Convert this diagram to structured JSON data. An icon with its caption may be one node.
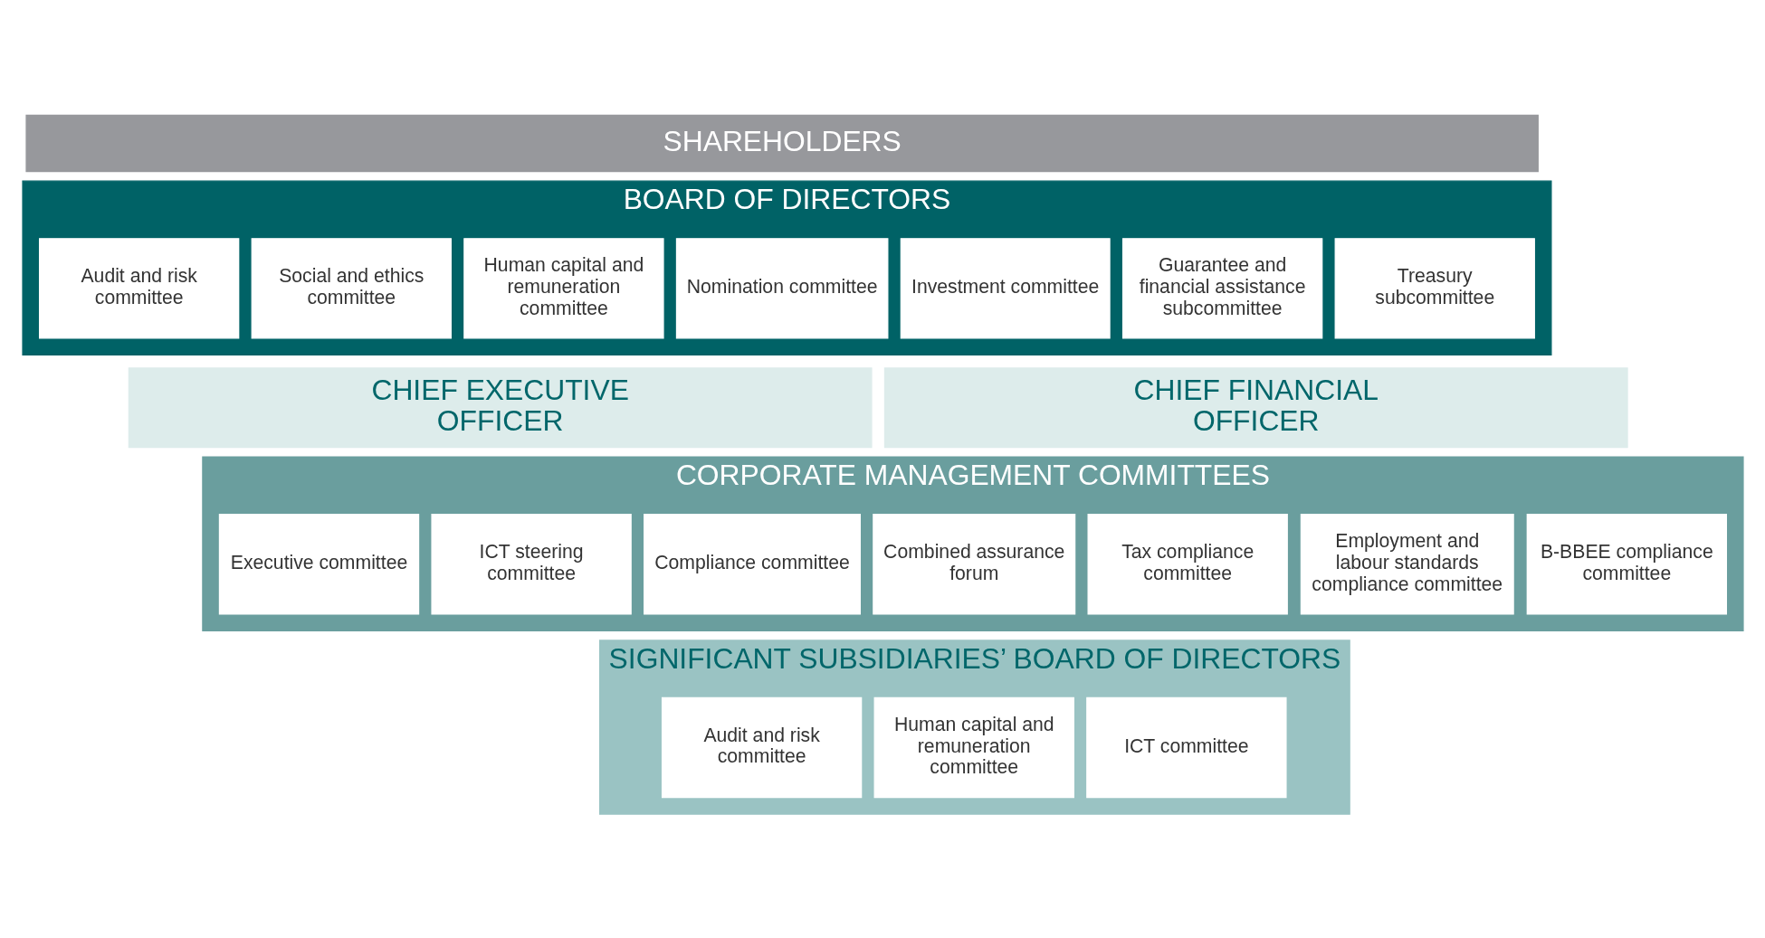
{
  "diagram": {
    "nodes": [
      {
        "text": [
          "SHAREHOLDERS"
        ]
      },
      {
        "text": [
          "BOARD OF DIRECTORS"
        ]
      },
      {
        "text": [
          "Audit and risk committee"
        ],
        "in": 1
      },
      {
        "text": [
          "Social and ethics committee"
        ],
        "in": 1
      },
      {
        "text": [
          "Human capital and remuneration committee"
        ],
        "in": 1
      },
      {
        "text": [
          "Nomination committee"
        ],
        "in": 1
      },
      {
        "text": [
          "Investment committee"
        ],
        "in": 1
      },
      {
        "text": [
          "Guarantee and financial assistance subcommittee"
        ],
        "in": 1
      },
      {
        "text": [
          "Treasury subcommittee"
        ],
        "in": 1
      },
      {
        "text": [
          "CHIEF EXECUTIVE OFFICER"
        ]
      },
      {
        "text": [
          "CHIEF FINANCIAL OFFICER"
        ]
      },
      {
        "text": [
          "CORPORATE MANAGEMENT COMMITTEES"
        ]
      },
      {
        "text": [
          "Executive committee"
        ],
        "in": 11
      },
      {
        "text": [
          "ICT steering committee"
        ],
        "in": 11
      },
      {
        "text": [
          "Compliance committee"
        ],
        "in": 11
      },
      {
        "text": [
          "Combined assurance forum"
        ],
        "in": 11
      },
      {
        "text": [
          "Tax compliance committee"
        ],
        "in": 11
      },
      {
        "text": [
          "Employment and labour standards compliance committee"
        ],
        "in": 11
      },
      {
        "text": [
          "B-BBEE compliance committee"
        ],
        "in": 11
      },
      {
        "text": [
          "SIGNIFICANT SUBSIDIARIES’ BOARD OF DIRECTORS"
        ]
      },
      {
        "text": [
          "Audit and risk committee"
        ],
        "in": 19
      },
      {
        "text": [
          "Human capital and remuneration committee"
        ],
        "in": 19
      },
      {
        "text": [
          "ICT committee"
        ],
        "in": 19
      }
    ],
    "edges": []
  }
}
